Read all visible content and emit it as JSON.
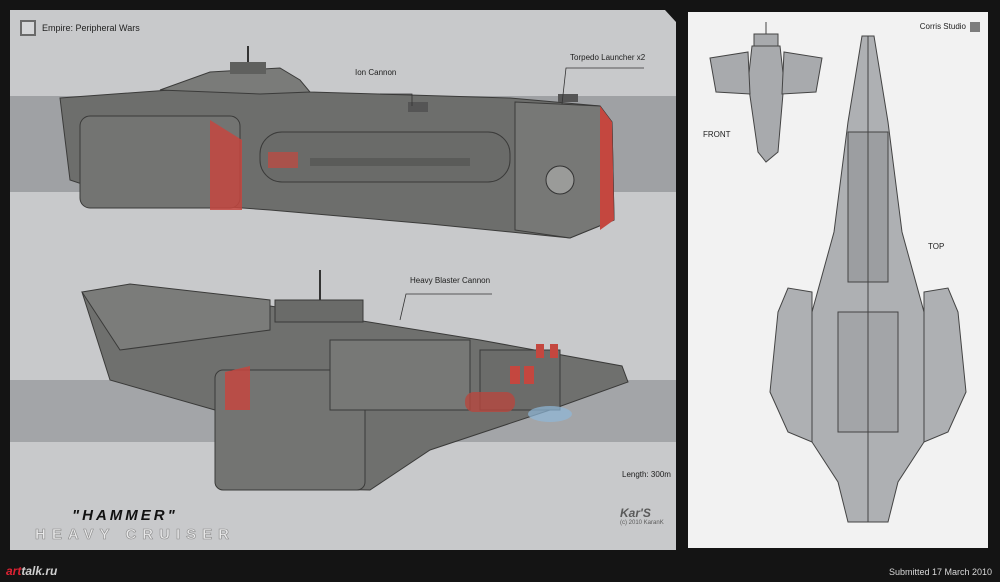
{
  "header": {
    "title": "Empire: Peripheral Wars"
  },
  "callouts": {
    "ion_cannon": "Ion Cannon",
    "torpedo_launcher": "Torpedo Launcher  x2",
    "heavy_blaster": "Heavy Blaster Cannon"
  },
  "ship": {
    "name": "\"HAMMER\"",
    "class": "HEAVY CRUISER",
    "length": "Length: 300m"
  },
  "signature": {
    "name": "Kar'S",
    "line": "(c) 2010 KaranK"
  },
  "right_panel": {
    "studio": "Corris Studio",
    "front_label": "FRONT",
    "top_label": "TOP"
  },
  "footer": {
    "logo_prefix": "art",
    "logo_suffix": "talk.ru",
    "submitted": "Submitted 17 March 2010"
  },
  "colors": {
    "accent_red": "#c4473f",
    "hull": "#6e6f6e",
    "panel_bg": "#c8c9cb"
  }
}
